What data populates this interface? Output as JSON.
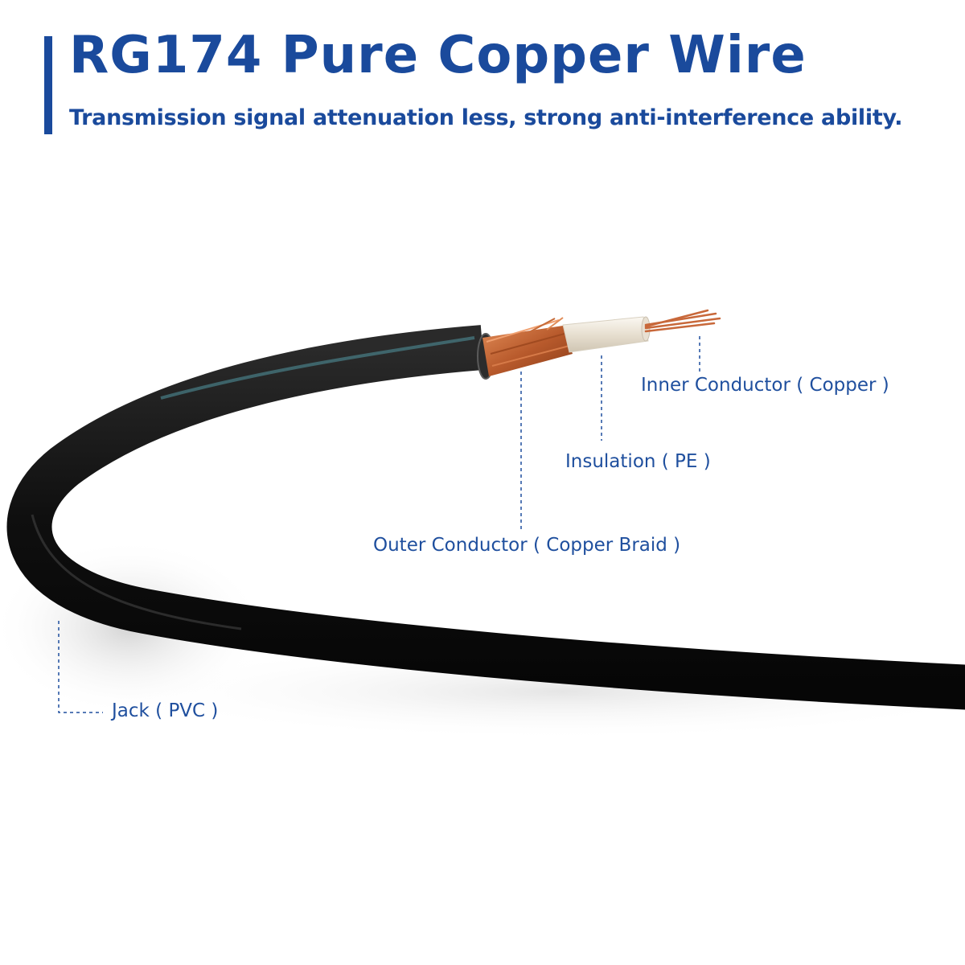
{
  "header": {
    "title": "RG174 Pure Copper Wire",
    "subtitle": "Transmission signal attenuation less, strong anti-interference ability."
  },
  "callouts": {
    "inner_conductor": "Inner Conductor ( Copper )",
    "insulation": "Insulation ( PE )",
    "outer_conductor": "Outer Conductor ( Copper Braid )",
    "jacket": "Jack ( PVC )"
  },
  "colors": {
    "brand_blue": "#1a4a9c",
    "label_blue": "#1f4f9e",
    "cable_black": "#141414",
    "copper": "#c86a3a",
    "insulation": "#ece7dc",
    "background": "#ffffff"
  }
}
